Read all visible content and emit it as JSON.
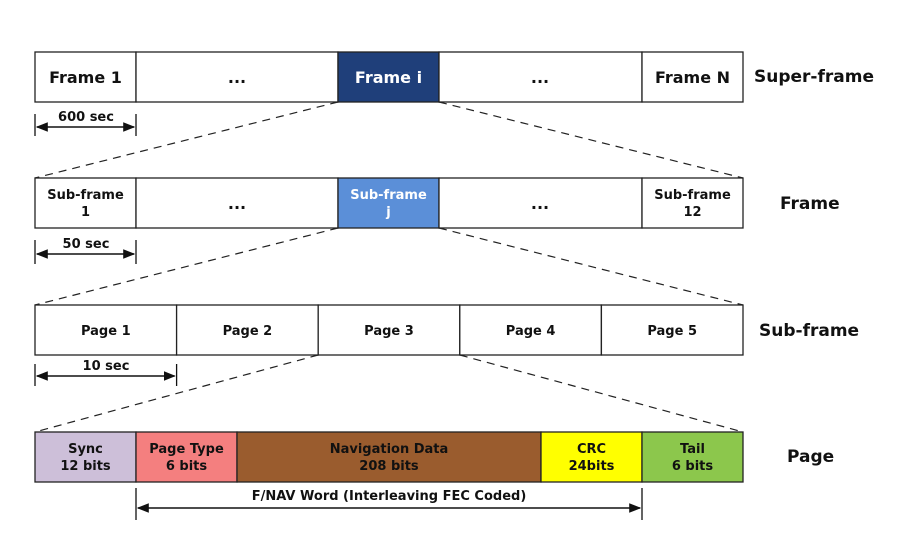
{
  "superframe_row": {
    "label": "Super-frame",
    "cells": [
      {
        "text": "Frame 1"
      },
      {
        "text": "..."
      },
      {
        "text": "Frame i"
      },
      {
        "text": "..."
      },
      {
        "text": "Frame N"
      }
    ],
    "duration": "600 sec"
  },
  "frame_row": {
    "label": "Frame",
    "cells": [
      {
        "line1": "Sub-frame",
        "line2": "1"
      },
      {
        "line1": "..."
      },
      {
        "line1": "Sub-frame",
        "line2": "j"
      },
      {
        "line1": "..."
      },
      {
        "line1": "Sub-frame",
        "line2": "12"
      }
    ],
    "duration": "50 sec"
  },
  "subframe_row": {
    "label": "Sub-frame",
    "cells": [
      {
        "text": "Page 1"
      },
      {
        "text": "Page 2"
      },
      {
        "text": "Page 3"
      },
      {
        "text": "Page 4"
      },
      {
        "text": "Page 5"
      }
    ],
    "duration": "10 sec"
  },
  "page_row": {
    "label": "Page",
    "cells": [
      {
        "line1": "Sync",
        "line2": "12 bits"
      },
      {
        "line1": "Page Type",
        "line2": "6 bits"
      },
      {
        "line1": "Navigation Data",
        "line2": "208 bits"
      },
      {
        "line1": "CRC",
        "line2": "24bits"
      },
      {
        "line1": "Tail",
        "line2": "6 bits"
      }
    ],
    "span_label": "F/NAV Word (Interleaving FEC Coded)"
  },
  "colors": {
    "frame_i": "#1f3f7a",
    "subframe_j": "#5b8fd8",
    "sync": "#cdbfd9",
    "page_type": "#f47f7f",
    "navigation_data": "#9a5c2e",
    "crc": "#ffff00",
    "tail": "#8cc74c"
  }
}
